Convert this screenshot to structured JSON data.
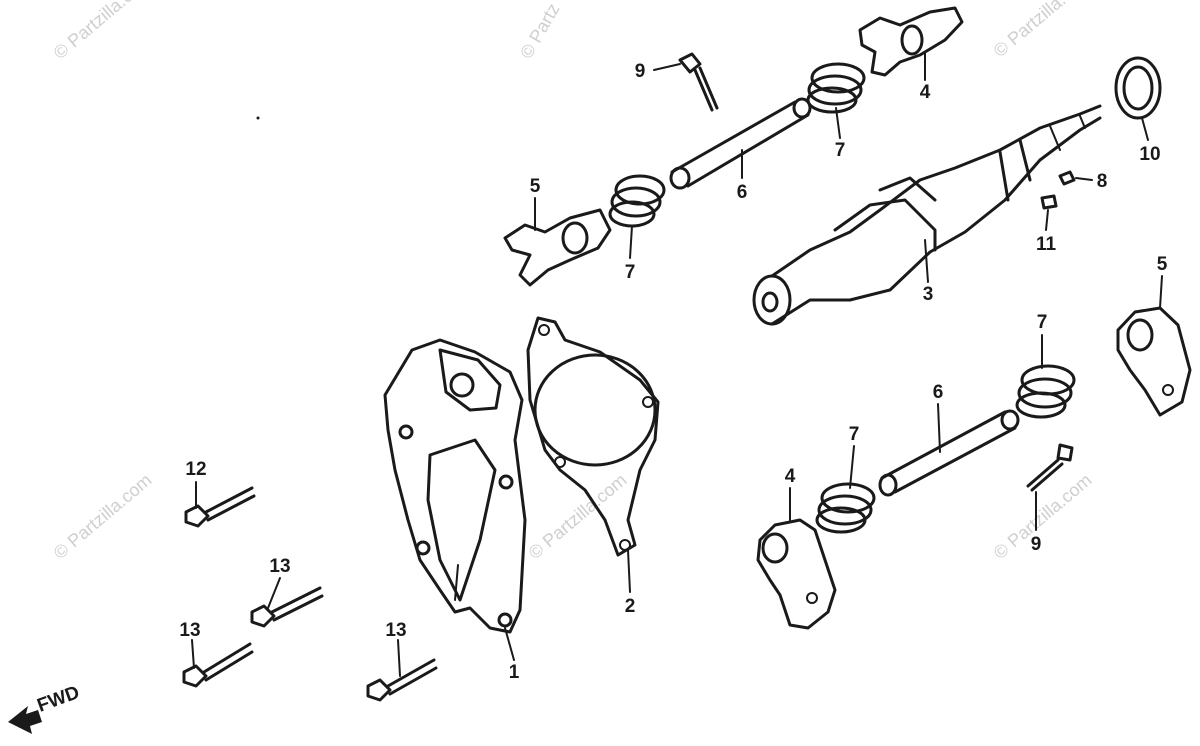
{
  "watermark": "© Partzilla.com",
  "watermark_partial": "© Partz",
  "direction": "FWD",
  "callouts": {
    "c1": "1",
    "c2": "2",
    "c3": "3",
    "c4a": "4",
    "c4b": "4",
    "c5a": "5",
    "c5b": "5",
    "c6a": "6",
    "c6b": "6",
    "c7a": "7",
    "c7b": "7",
    "c7c": "7",
    "c7d": "7",
    "c8": "8",
    "c9a": "9",
    "c9b": "9",
    "c10": "10",
    "c11": "11",
    "c12": "12",
    "c13a": "13",
    "c13b": "13",
    "c13c": "13"
  }
}
